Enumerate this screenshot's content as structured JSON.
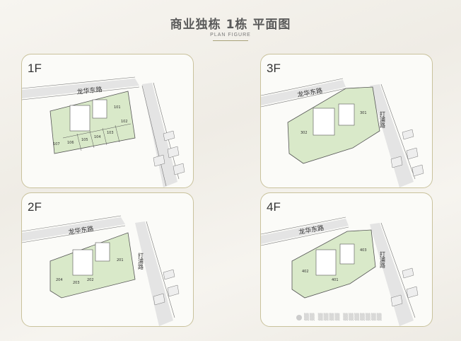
{
  "header": {
    "title": "商业独栋 1栋 平面图",
    "subtitle": "PLAN FIGURE"
  },
  "road": {
    "name": "龙华东路",
    "side_road": "打浦路"
  },
  "floors": [
    {
      "label": "1F",
      "units": [
        "107",
        "106",
        "105",
        "104",
        "103",
        "102",
        "101"
      ]
    },
    {
      "label": "3F",
      "units": [
        "302",
        "301"
      ]
    },
    {
      "label": "2F",
      "units": [
        "204",
        "203",
        "202",
        "201"
      ]
    },
    {
      "label": "4F",
      "units": [
        "402",
        "401",
        "403"
      ]
    }
  ],
  "colors": {
    "accent": "#a9a27a",
    "plan_green": "#d9e9c9",
    "plan_outline": "#5b5b5b",
    "road_gray": "#e2e2e2"
  },
  "watermark": "▒▒ ▒▒▒▒ ▒▒▒▒▒▒▒"
}
